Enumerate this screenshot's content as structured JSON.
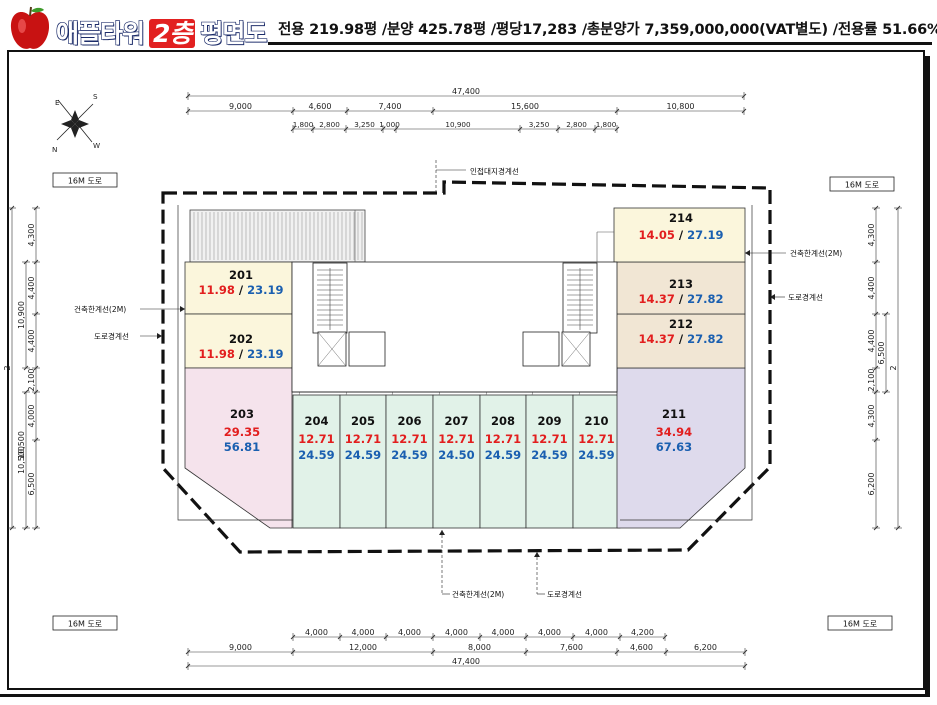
{
  "header": {
    "title_part1": "애플타워",
    "title_part2": "2층",
    "title_part3": "평면도",
    "summary": "전용 219.98평 /분양 425.78평 /평당17,283 /총분양가 7,359,000,000(VAT별도) /전용률 51.66%"
  },
  "labels": {
    "road_tl": "16M 도로",
    "road_tr": "16M 도로",
    "road_bl": "16M 도로",
    "road_br": "16M 도로",
    "adjacent_boundary": "인접대지경계선",
    "build_limit_left": "건축한계선(2M)",
    "road_boundary_left": "도로경계선",
    "build_limit_right": "건축한계선(2M)",
    "road_boundary_right": "도로경계선",
    "build_limit_bottom": "건축한계선(2M)",
    "road_boundary_bottom": "도로경계선"
  },
  "compass": {
    "n": "N",
    "s": "S",
    "e": "E",
    "w": "W"
  },
  "units": [
    {
      "no": "201",
      "exclusive": "11.98",
      "supply": "23.19"
    },
    {
      "no": "202",
      "exclusive": "11.98",
      "supply": "23.19"
    },
    {
      "no": "203",
      "exclusive": "29.35",
      "supply": "56.81"
    },
    {
      "no": "204",
      "exclusive": "12.71",
      "supply": "24.59"
    },
    {
      "no": "205",
      "exclusive": "12.71",
      "supply": "24.59"
    },
    {
      "no": "206",
      "exclusive": "12.71",
      "supply": "24.59"
    },
    {
      "no": "207",
      "exclusive": "12.71",
      "supply": "24.50"
    },
    {
      "no": "208",
      "exclusive": "12.71",
      "supply": "24.59"
    },
    {
      "no": "209",
      "exclusive": "12.71",
      "supply": "24.59"
    },
    {
      "no": "210",
      "exclusive": "12.71",
      "supply": "24.59"
    },
    {
      "no": "211",
      "exclusive": "34.94",
      "supply": "67.63"
    },
    {
      "no": "212",
      "exclusive": "14.37",
      "supply": "27.82"
    },
    {
      "no": "213",
      "exclusive": "14.37",
      "supply": "27.82"
    },
    {
      "no": "214",
      "exclusive": "14.05",
      "supply": "27.19"
    }
  ],
  "dims_top": {
    "total": "47,400",
    "row2": [
      "9,000",
      "4,600",
      "7,400",
      "15,600",
      "10,800"
    ],
    "row3": [
      "1,800",
      "2,800",
      "3,250",
      "1,000",
      "10,900",
      "3,250",
      "2,800",
      "1,800"
    ]
  },
  "dims_bottom": {
    "row1": [
      "4,000",
      "4,000",
      "4,000",
      "4,000",
      "4,000",
      "4,000",
      "4,000",
      "4,200"
    ],
    "row2": [
      "9,000",
      "12,000",
      "8,000",
      "7,600",
      "4,600",
      "6,200"
    ],
    "total": "47,400"
  },
  "dims_left": {
    "row1": [
      "4,300",
      "4,400",
      "4,400",
      "2,100",
      "4,000",
      "6,500"
    ],
    "row2": [
      "10,900",
      "10,500"
    ],
    "total": "25,700"
  },
  "dims_right": {
    "row1": [
      "4,300",
      "4,400",
      "4,400",
      "2,100",
      "4,300",
      "6,200"
    ],
    "row2": [
      "6,500"
    ],
    "total": "25,700"
  },
  "colors": {
    "unit_yellow": "#fbf6dc",
    "unit_tan": "#f1e6d4",
    "unit_pink": "#f5e3ec",
    "unit_green": "#e1f2e8",
    "unit_purple": "#dedaec",
    "accent_red": "#e21e1e",
    "accent_blue": "#1a5fb0"
  }
}
